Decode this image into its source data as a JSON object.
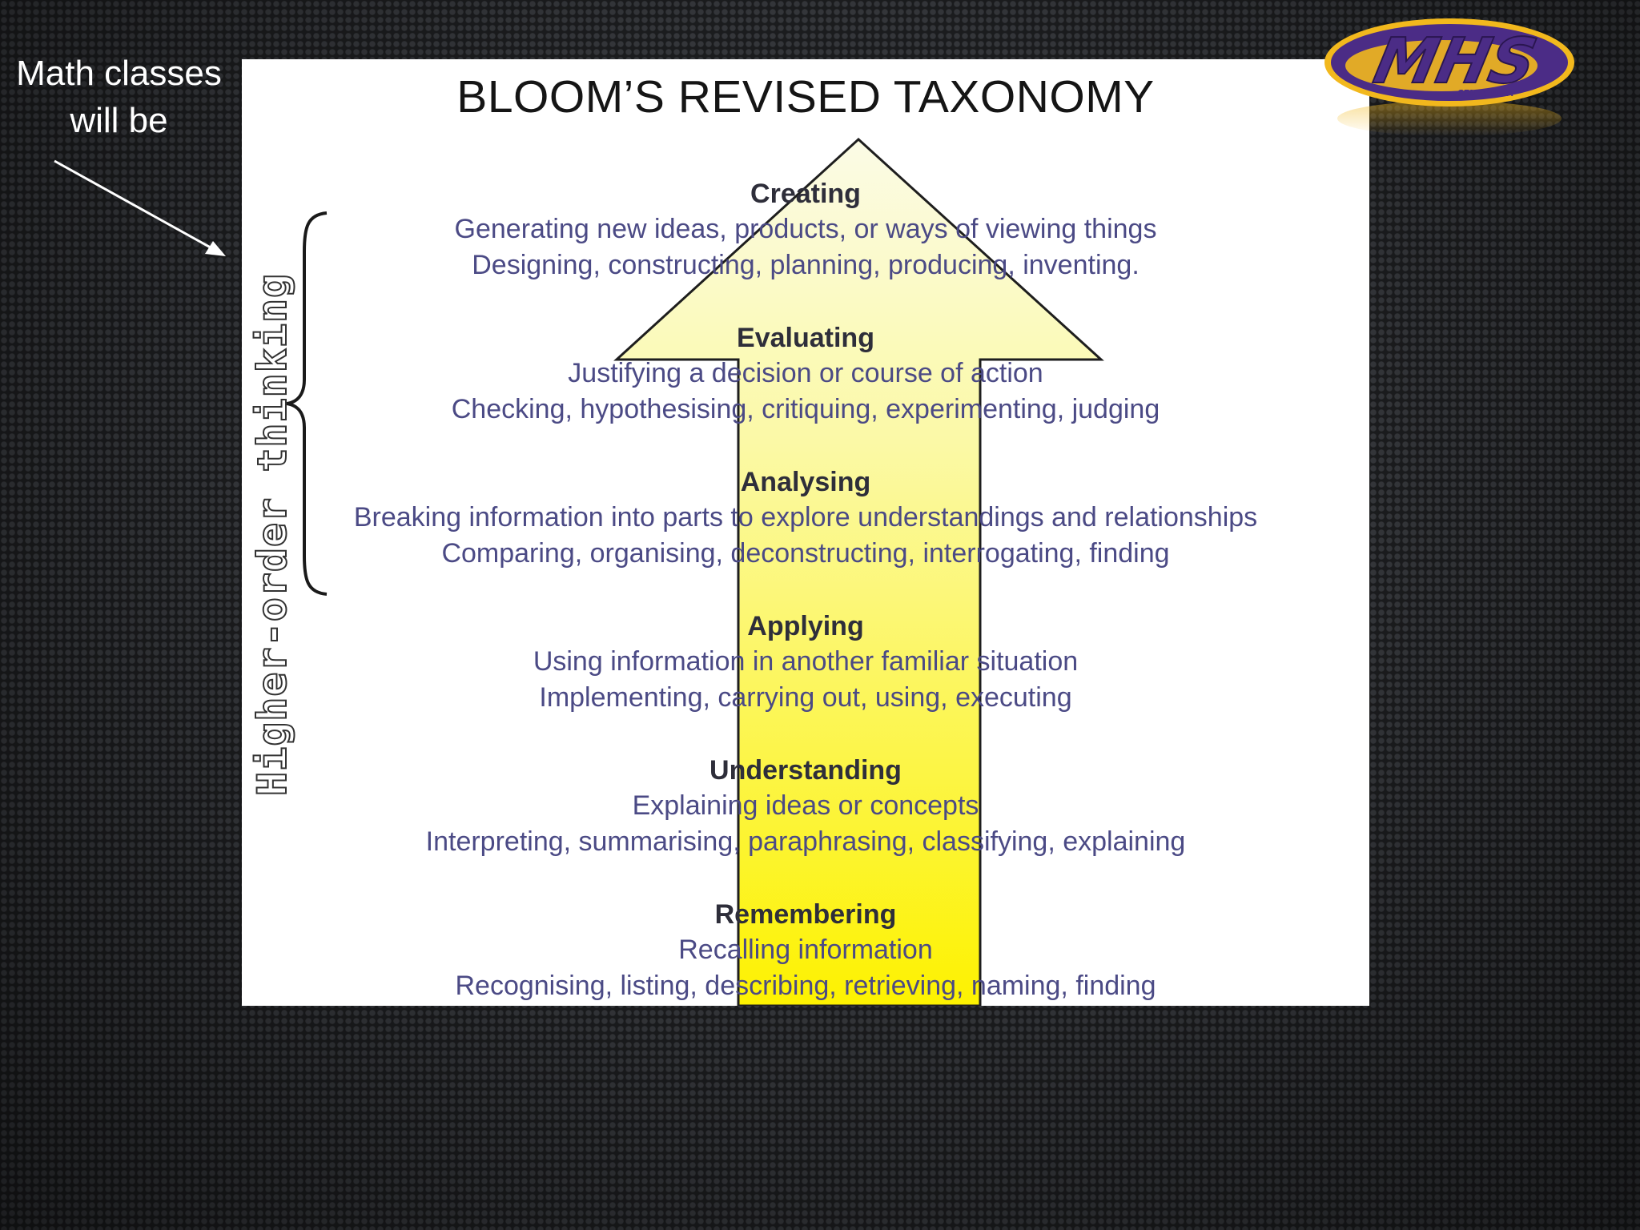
{
  "callout": {
    "line1": "Math classes",
    "line2": "will be"
  },
  "diagram": {
    "title": "BLOOM’S REVISED TAXONOMY",
    "side_label": "Higher-order thinking",
    "levels": [
      {
        "name": "Creating",
        "line1": "Generating new ideas, products, or ways of viewing things",
        "line2": "Designing, constructing, planning, producing, inventing."
      },
      {
        "name": "Evaluating",
        "line1": "Justifying a decision or course of action",
        "line2": "Checking, hypothesising, critiquing, experimenting, judging"
      },
      {
        "name": "Analysing",
        "line1": "Breaking information into parts to explore understandings and relationships",
        "line2": "Comparing, organising, deconstructing, interrogating, finding"
      },
      {
        "name": "Applying",
        "line1": "Using information in another familiar situation",
        "line2": "Implementing, carrying out, using, executing"
      },
      {
        "name": "Understanding",
        "line1": "Explaining ideas or concepts",
        "line2": "Interpreting, summarising, paraphrasing, classifying, explaining"
      },
      {
        "name": "Remembering",
        "line1": "Recalling information",
        "line2": "Recognising, listing, describing, retrieving, naming, finding"
      }
    ]
  },
  "logo": {
    "text": "MHS",
    "subtext": "CEN. CALIF."
  },
  "colors": {
    "arrow_top": "#fbfbe6",
    "arrow_bottom": "#fdf200",
    "logo_purple": "#4b2c86",
    "logo_gold": "#f2b81d"
  }
}
